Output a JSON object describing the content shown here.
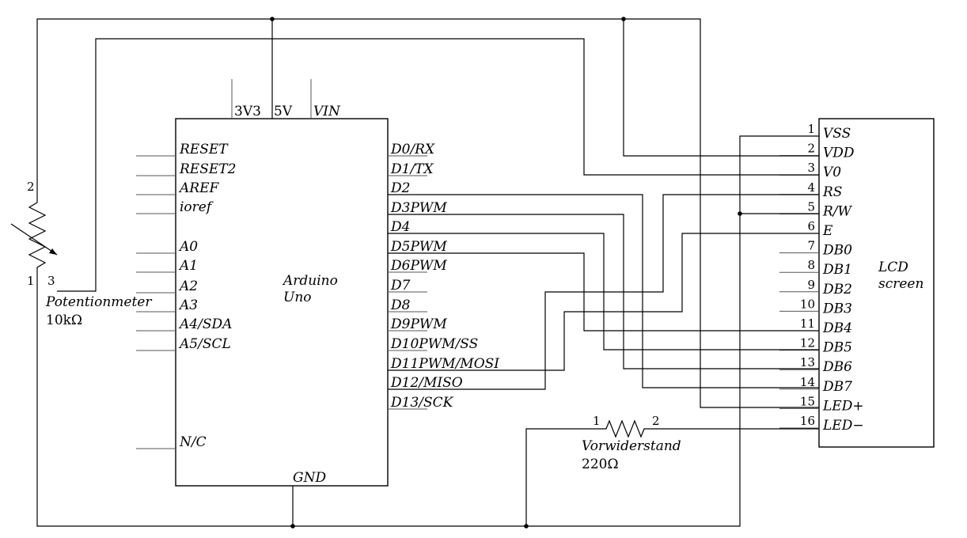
{
  "arduino": {
    "name_line1": "Arduino",
    "name_line2": "Uno",
    "top_pins": [
      "3V3",
      "5V",
      "VIN"
    ],
    "left_pins": [
      "RESET",
      "RESET2",
      "AREF",
      "ioref",
      "A0",
      "A1",
      "A2",
      "A3",
      "A4/SDA",
      "A5/SCL",
      "N/C"
    ],
    "right_pins": [
      "D0/RX",
      "D1/TX",
      "D2",
      "D3PWM",
      "D4",
      "D5PWM",
      "D6PWM",
      "D7",
      "D8",
      "D9PWM",
      "D10PWM/SS",
      "D11PWM/MOSI",
      "D12/MISO",
      "D13/SCK"
    ],
    "bottom_pin": "GND"
  },
  "lcd": {
    "name_line1": "LCD",
    "name_line2": "screen",
    "pins": [
      {
        "num": "1",
        "name": "VSS"
      },
      {
        "num": "2",
        "name": "VDD"
      },
      {
        "num": "3",
        "name": "V0"
      },
      {
        "num": "4",
        "name": "RS"
      },
      {
        "num": "5",
        "name": "R/W"
      },
      {
        "num": "6",
        "name": "E"
      },
      {
        "num": "7",
        "name": "DB0"
      },
      {
        "num": "8",
        "name": "DB1"
      },
      {
        "num": "9",
        "name": "DB2"
      },
      {
        "num": "10",
        "name": "DB3"
      },
      {
        "num": "11",
        "name": "DB4"
      },
      {
        "num": "12",
        "name": "DB5"
      },
      {
        "num": "13",
        "name": "DB6"
      },
      {
        "num": "14",
        "name": "DB7"
      },
      {
        "num": "15",
        "name": "LED+"
      },
      {
        "num": "16",
        "name": "LED−"
      }
    ]
  },
  "potentiometer": {
    "name": "Potentionmeter",
    "value": "10kΩ",
    "pin1": "1",
    "pin2": "2",
    "pin3": "3"
  },
  "resistor": {
    "name": "Vorwiderstand",
    "value": "220Ω",
    "pin1": "1",
    "pin2": "2"
  }
}
